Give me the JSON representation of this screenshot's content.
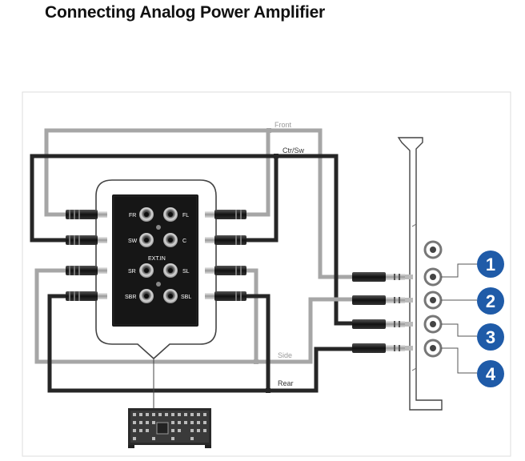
{
  "title": "Connecting Analog Power Amplifier",
  "panel": {
    "ext_in_label": "EXT.IN",
    "jacks": {
      "fr": "FR",
      "fl": "FL",
      "sw": "SW",
      "c": "C",
      "sr": "SR",
      "sl": "SL",
      "sbr": "SBR",
      "sbl": "SBL"
    }
  },
  "cables": {
    "front": "Front",
    "ctr_sw": "Ctr/Sw",
    "side": "Side",
    "rear": "Rear"
  },
  "ports": [
    {
      "number": "1"
    },
    {
      "number": "2"
    },
    {
      "number": "3"
    },
    {
      "number": "4"
    }
  ],
  "colors": {
    "badge": "#1f5ba8",
    "cable_gray": "#a6a6a6",
    "cable_black": "#262626",
    "panel_black": "#161616"
  }
}
